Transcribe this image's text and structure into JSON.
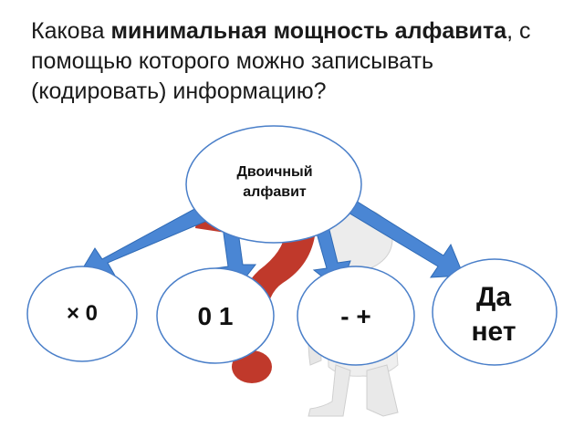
{
  "question": {
    "part1": "Какова ",
    "bold": "минимальная мощность алфавита",
    "part2": ", с помощью которого можно записывать (кодировать) информацию?"
  },
  "diagram": {
    "center": "Двоичный\nалфавит",
    "options": [
      "× 0",
      "0 1",
      "- +",
      "Да\nнет"
    ],
    "colors": {
      "arrow": "#4a86d4",
      "arrow_stroke": "#2f6ab5",
      "circle_stroke": "#4a7fc9",
      "question_mark": "#c0392b",
      "figure": "#e8e8e8"
    }
  }
}
